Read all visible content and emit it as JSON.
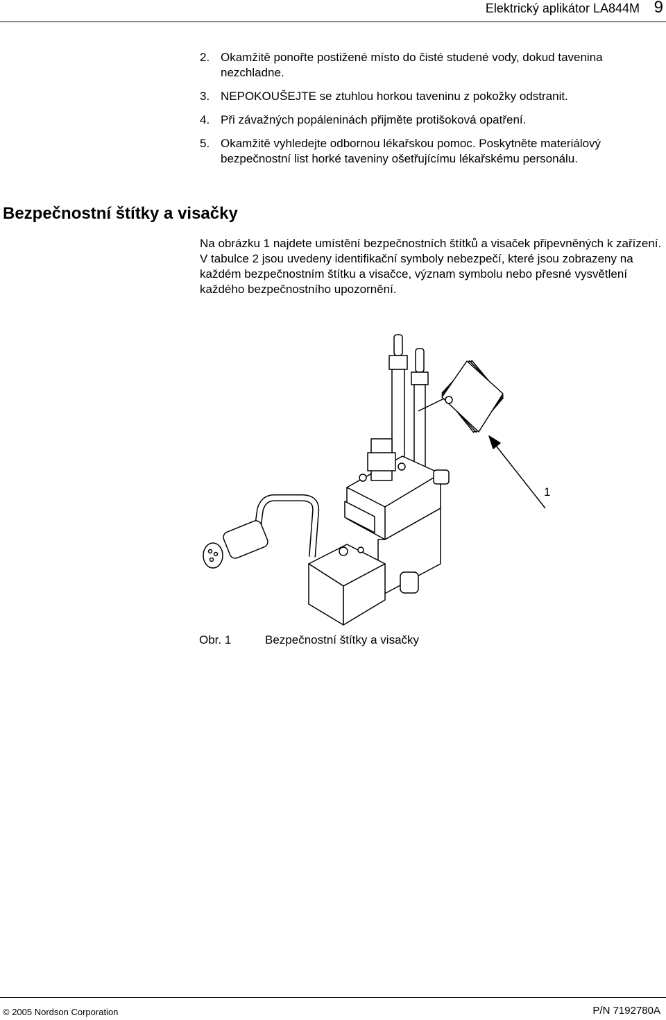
{
  "header": {
    "title": "Elektrický aplikátor LA844M",
    "page_number": "9"
  },
  "steps": [
    {
      "num": "2.",
      "text": "Okamžitě ponořte postižené místo do čisté studené vody, dokud tavenina nezchladne."
    },
    {
      "num": "3.",
      "text": "NEPOKOUŠEJTE se ztuhlou horkou taveninu z pokožky odstranit."
    },
    {
      "num": "4.",
      "text": "Při závažných popáleninách přijměte protišoková opatření."
    },
    {
      "num": "5.",
      "text": "Okamžitě vyhledejte odbornou lékařskou pomoc. Poskytněte materiálový bezpečnostní list horké taveniny ošetřujícímu lékařskému personálu."
    }
  ],
  "section": {
    "heading": "Bezpečnostní štítky a visačky",
    "body": "Na obrázku 1 najdete umístění bezpečnostních štítků a visaček připevněných k zařízení. V tabulce 2 jsou uvedeny identifikační symboly nebezpečí, které jsou zobrazeny na každém bezpečnostním štítku a visačce, význam symbolu nebo přesné vysvětlení každého bezpečnostního upozornění."
  },
  "figure": {
    "callout": "1",
    "number": "Obr. 1",
    "caption": "Bezpečnostní štítky a visačky"
  },
  "footer": {
    "copyright": "© 2005 Nordson Corporation",
    "part_number": "P/N 7192780A"
  }
}
